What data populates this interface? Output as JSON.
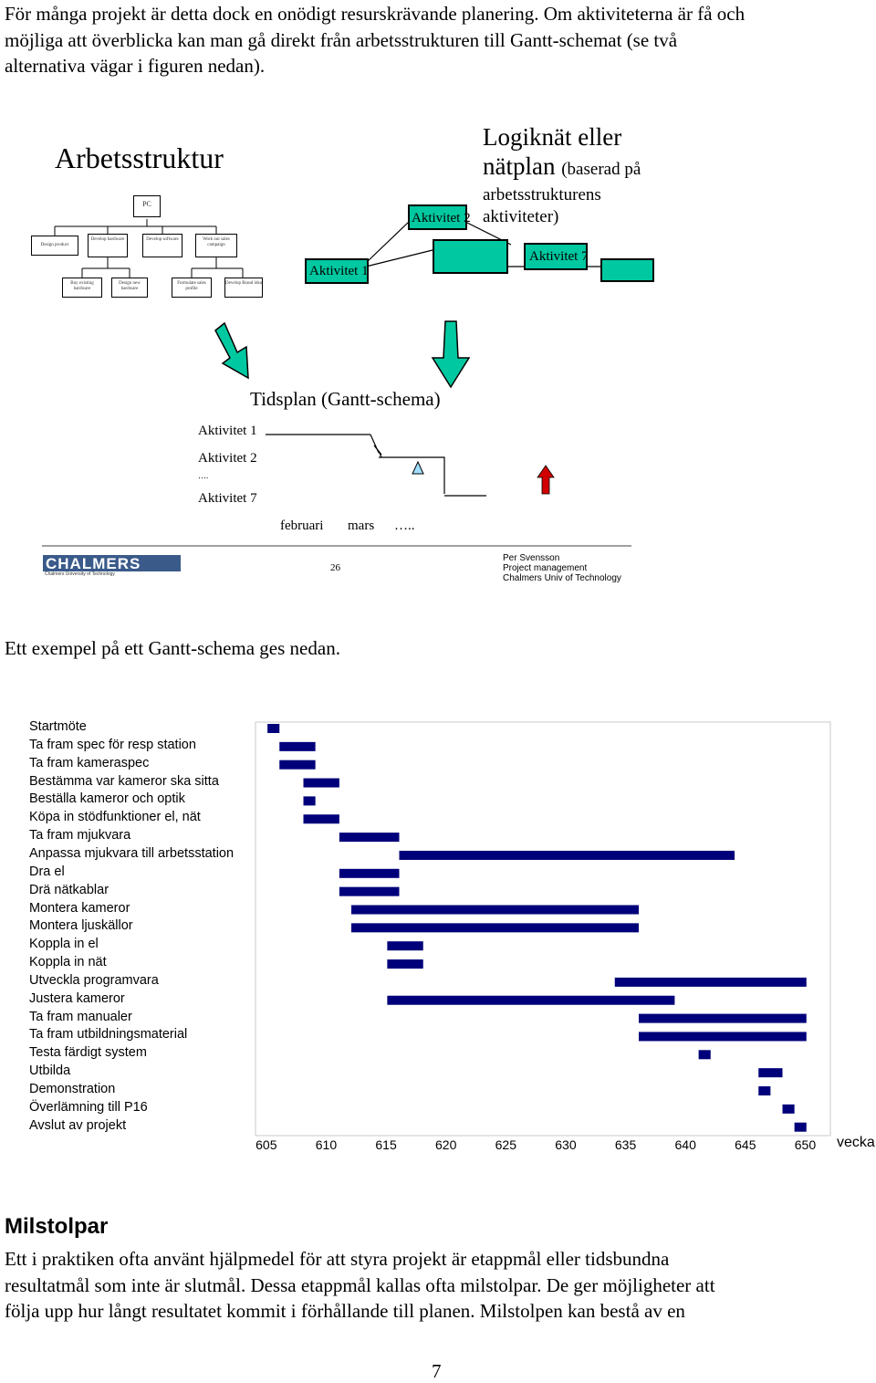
{
  "intro": {
    "line1": "För många projekt är detta dock en onödigt resurskrävande planering. Om aktiviteterna är få och",
    "line2": "möjliga att överblicka kan man gå direkt från arbetsstrukturen till Gantt-schemat (se två",
    "line3": "alternativa vägar i figuren nedan)."
  },
  "slide": {
    "ws_title": "Arbetsstruktur",
    "root": "PC",
    "level1": [
      "Design product",
      "Develop hardware",
      "Develop software",
      "Work out sales campaign"
    ],
    "level2": [
      "Buy existing hardware",
      "Design new hardware",
      "Formulate sales profile",
      "Develop Brand idea"
    ],
    "net_title_1": "Logiknät eller",
    "net_title_2": "nätplan",
    "net_title_2b": "(baserad på",
    "net_title_3": "arbetsstrukturens",
    "net_title_4": "aktiviteter)",
    "act1": "Aktivitet 1",
    "act2": "Aktivitet 2",
    "act7": "Aktivitet 7",
    "gantt_title": "Tidsplan (Gantt-schema)",
    "rows": [
      "Aktivitet 1",
      "Aktivitet 2",
      "….",
      "Aktivitet 7"
    ],
    "months": [
      "februari",
      "mars",
      "….."
    ],
    "logo": "CHALMERS",
    "logo_sub": "Chalmers University of Technology",
    "page_no": "26",
    "author": [
      "Per Svensson",
      "Project management",
      "Chalmers Univ of Technology"
    ],
    "colors": {
      "node_fill": "#00c8a0",
      "arrow_fill": "#00c8a0",
      "milestone": "#d00000",
      "triangle": "#9fe0ff"
    }
  },
  "middle_text": "Ett exempel på ett Gantt-schema ges nedan.",
  "chart_data": {
    "type": "gantt",
    "xlabel": "vecka",
    "xticks": [
      605,
      610,
      615,
      620,
      625,
      630,
      635,
      640,
      645,
      650
    ],
    "xlim": [
      604,
      652
    ],
    "bar_color": "#00007a",
    "tasks": [
      {
        "name": "Startmöte",
        "start": 605.0,
        "end": 606.0
      },
      {
        "name": "Ta fram spec för resp station",
        "start": 606.0,
        "end": 609.0
      },
      {
        "name": "Ta fram kameraspec",
        "start": 606.0,
        "end": 609.0
      },
      {
        "name": "Bestämma var kameror ska sitta",
        "start": 608.0,
        "end": 611.0
      },
      {
        "name": "Beställa kameror och optik",
        "start": 608.0,
        "end": 609.0
      },
      {
        "name": "Köpa in stödfunktioner el, nät",
        "start": 608.0,
        "end": 611.0
      },
      {
        "name": "Ta fram mjukvara",
        "start": 611.0,
        "end": 616.0
      },
      {
        "name": "Anpassa mjukvara till arbetsstation",
        "start": 616.0,
        "end": 644.0
      },
      {
        "name": "Dra el",
        "start": 611.0,
        "end": 616.0
      },
      {
        "name": "Drä nätkablar",
        "start": 611.0,
        "end": 616.0
      },
      {
        "name": "Montera kameror",
        "start": 612.0,
        "end": 636.0
      },
      {
        "name": "Montera ljuskällor",
        "start": 612.0,
        "end": 636.0
      },
      {
        "name": "Koppla in el",
        "start": 615.0,
        "end": 618.0
      },
      {
        "name": "Koppla in nät",
        "start": 615.0,
        "end": 618.0
      },
      {
        "name": "Utveckla programvara",
        "start": 634.0,
        "end": 650.0
      },
      {
        "name": "Justera kameror",
        "start": 615.0,
        "end": 639.0
      },
      {
        "name": "Ta fram manualer",
        "start": 636.0,
        "end": 650.0
      },
      {
        "name": "Ta fram utbildningsmaterial",
        "start": 636.0,
        "end": 650.0
      },
      {
        "name": "Testa färdigt system",
        "start": 641.0,
        "end": 642.0
      },
      {
        "name": "Utbilda",
        "start": 646.0,
        "end": 648.0
      },
      {
        "name": "Demonstration",
        "start": 646.0,
        "end": 647.0
      },
      {
        "name": "Överlämning till P16",
        "start": 648.0,
        "end": 649.0
      },
      {
        "name": "Avslut av projekt",
        "start": 649.0,
        "end": 650.0
      }
    ]
  },
  "section": {
    "heading": "Milstolpar",
    "line1": "Ett i praktiken ofta använt hjälpmedel för att styra projekt är etappmål eller tidsbundna",
    "line2": "resultatmål som inte är slutmål. Dessa etappmål kallas ofta milstolpar. De ger möjligheter att",
    "line3": "följa upp hur långt resultatet kommit i förhållande till planen. Milstolpen kan bestå av en"
  },
  "page_number": "7"
}
